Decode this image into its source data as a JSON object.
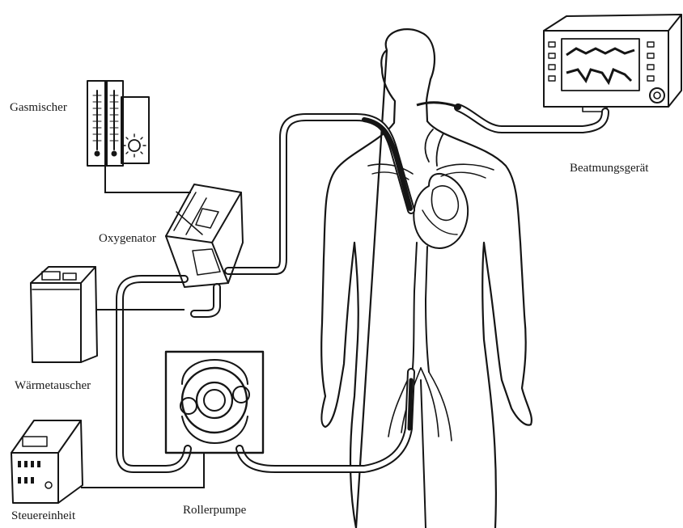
{
  "labels": {
    "gasmischer": "Gasmischer",
    "oxygenator": "Oxygenator",
    "waermetauscher": "Wärmetauscher",
    "steuereinheit": "Steuereinheit",
    "rollerpumpe": "Rollerpumpe",
    "beatmungsgeraet": "Beatmungsgerät"
  },
  "colors": {
    "ink": "#151515",
    "background": "#ffffff"
  }
}
